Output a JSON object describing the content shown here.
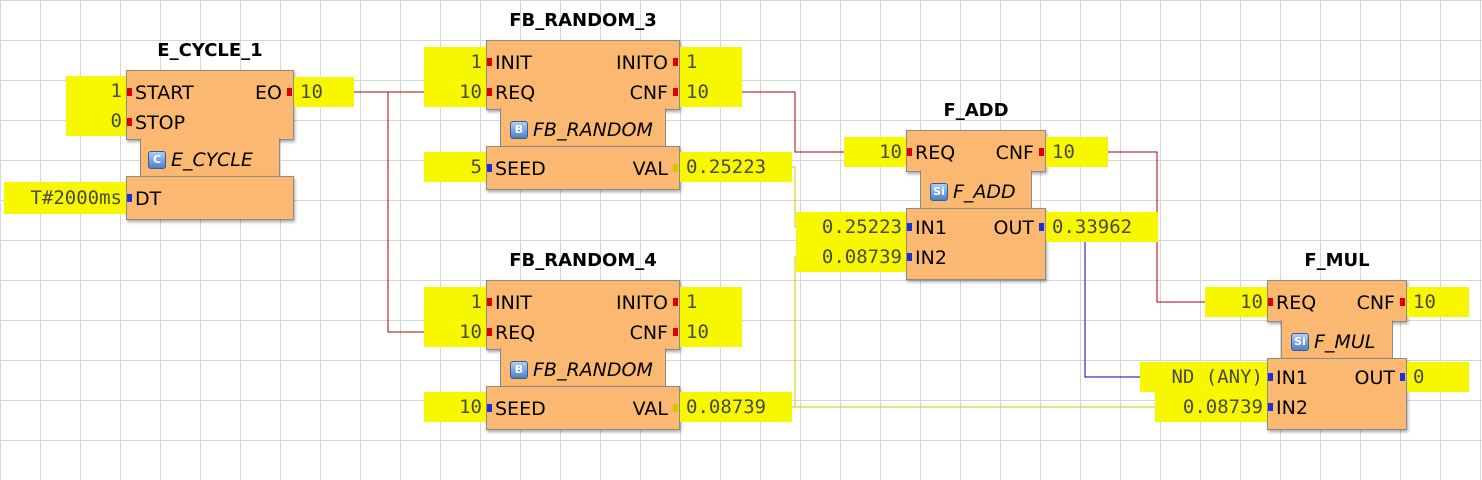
{
  "blocks": {
    "e_cycle": {
      "instance": "E_CYCLE_1",
      "type": "E_CYCLE",
      "icon": "C",
      "inputs": [
        "START",
        "STOP"
      ],
      "outputs": [
        "EO"
      ],
      "data_inputs": [
        "DT"
      ]
    },
    "rand3": {
      "instance": "FB_RANDOM_3",
      "type": "FB_RANDOM",
      "icon": "B",
      "inputs": [
        "INIT",
        "REQ"
      ],
      "outputs": [
        "INITO",
        "CNF"
      ],
      "data_inputs": [
        "SEED"
      ],
      "data_outputs": [
        "VAL"
      ]
    },
    "rand4": {
      "instance": "FB_RANDOM_4",
      "type": "FB_RANDOM",
      "icon": "B",
      "inputs": [
        "INIT",
        "REQ"
      ],
      "outputs": [
        "INITO",
        "CNF"
      ],
      "data_inputs": [
        "SEED"
      ],
      "data_outputs": [
        "VAL"
      ]
    },
    "fadd": {
      "instance": "F_ADD",
      "type": "F_ADD",
      "icon": "Si",
      "inputs": [
        "REQ"
      ],
      "outputs": [
        "CNF"
      ],
      "data_inputs": [
        "IN1",
        "IN2"
      ],
      "data_outputs": [
        "OUT"
      ]
    },
    "fmul": {
      "instance": "F_MUL",
      "type": "F_MUL",
      "icon": "Si",
      "inputs": [
        "REQ"
      ],
      "outputs": [
        "CNF"
      ],
      "data_inputs": [
        "IN1",
        "IN2"
      ],
      "data_outputs": [
        "OUT"
      ]
    }
  },
  "watches": {
    "e_cycle_start": "1",
    "e_cycle_stop": "0",
    "e_cycle_dt": "T#2000ms",
    "e_cycle_eo": "10",
    "rand3_init": "1",
    "rand3_req": "10",
    "rand3_seed": "5",
    "rand3_inito": "1",
    "rand3_cnf": "10",
    "rand3_val": "0.25223",
    "rand4_init": "1",
    "rand4_req": "10",
    "rand4_seed": "10",
    "rand4_inito": "1",
    "rand4_cnf": "10",
    "rand4_val": "0.08739",
    "fadd_req": "10",
    "fadd_in1": "0.25223",
    "fadd_in2": "0.08739",
    "fadd_cnf": "10",
    "fadd_out": "0.33962",
    "fmul_req": "10",
    "fmul_in1": "ND (ANY)",
    "fmul_in2": "0.08739",
    "fmul_cnf": "10",
    "fmul_out": "0"
  },
  "colors": {
    "block_fill": "#fbb870",
    "event_pin": "#e00000",
    "data_pin": "#1e32d2",
    "watch_bg": "#f7f700",
    "event_wire": "#b40000",
    "data_wire_real": "#d7c400",
    "data_wire_any": "#0000b4",
    "grid": "#d6d6d6"
  }
}
